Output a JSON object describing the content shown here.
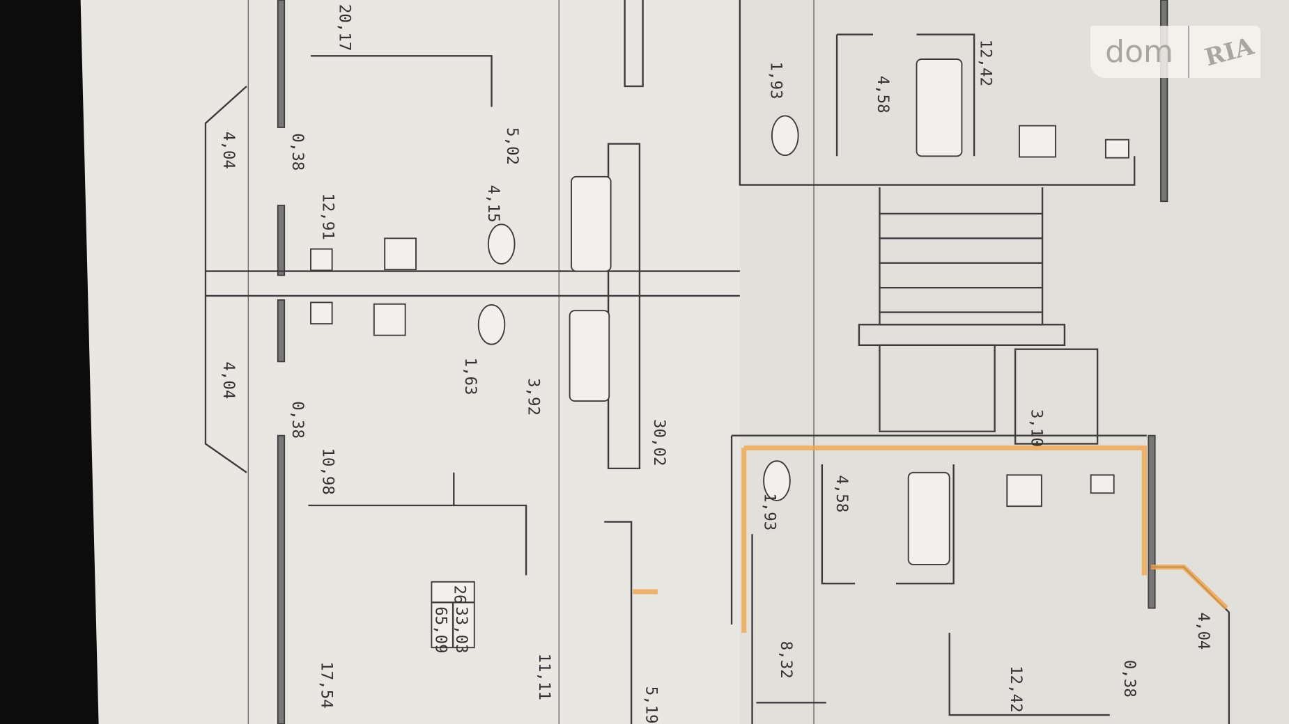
{
  "document": {
    "type": "floor-plan",
    "apartment_box": {
      "number": "26",
      "living_area": "33,03",
      "total_area": "65,09"
    },
    "labels": [
      "20,17",
      "4,04",
      "0,38",
      "12,91",
      "5,02",
      "4,15",
      "4,04",
      "1,63",
      "3,92",
      "30,02",
      "0,38",
      "10,98",
      "17,54",
      "11,11",
      "5,19",
      "1,93",
      "4,58",
      "12,42",
      "3,10",
      "1,93",
      "4,58",
      "8,32",
      "12,42",
      "0,38",
      "4,04"
    ]
  },
  "watermark": {
    "left": "dom",
    "right": "RIA"
  },
  "colors": {
    "paper": "#e9e7e2",
    "background": "#0c0c0c",
    "lines": "#3c3c3c",
    "highlight": "#f0a54a"
  }
}
